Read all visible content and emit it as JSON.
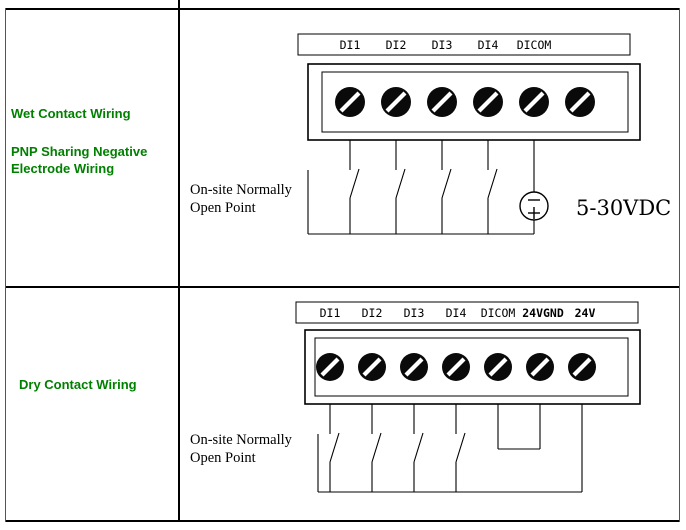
{
  "colors": {
    "accent_green": "#008000",
    "line": "#000000"
  },
  "rows": {
    "wet": {
      "title": "Wet Contact Wiring",
      "subtitle": "PNP Sharing Negative Electrode Wiring"
    },
    "dry": {
      "title": "Dry Contact Wiring"
    }
  },
  "wet_diagram": {
    "terminal_labels": [
      "DI1",
      "DI2",
      "DI3",
      "DI4",
      "DICOM"
    ],
    "screw_count": 6,
    "note_line1": "On-site Normally",
    "note_line2": "Open Point",
    "supply_voltage": "5-30VDC"
  },
  "dry_diagram": {
    "terminal_labels": [
      "DI1",
      "DI2",
      "DI3",
      "DI4",
      "DICOM",
      "24VGND",
      "24V"
    ],
    "screw_count": 7,
    "note_line1": "On-site Normally",
    "note_line2": "Open Point"
  }
}
